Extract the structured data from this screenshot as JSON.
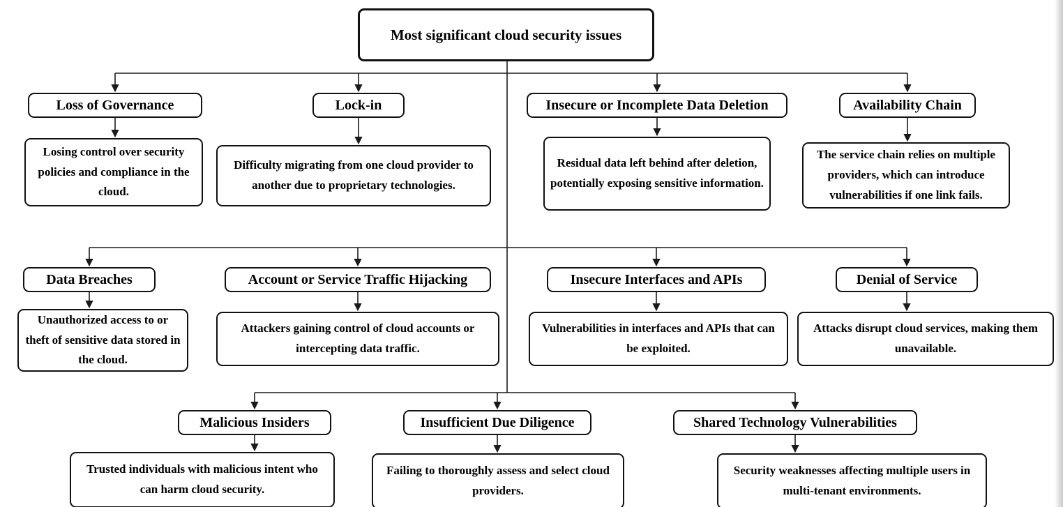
{
  "root": {
    "label": "Most significant cloud security issues"
  },
  "branches": [
    {
      "title": "Loss of Governance",
      "description": "Losing control over security policies and compliance in the cloud."
    },
    {
      "title": "Lock-in",
      "description": "Difficulty migrating from one cloud provider to another due to proprietary technologies."
    },
    {
      "title": "Insecure or Incomplete Data Deletion",
      "description": "Residual data left behind after deletion, potentially exposing sensitive information."
    },
    {
      "title": "Availability Chain",
      "description": "The service chain relies on multiple providers, which can introduce vulnerabilities if one link fails."
    },
    {
      "title": "Data Breaches",
      "description": "Unauthorized access to or theft of sensitive data stored in the cloud."
    },
    {
      "title": "Account or Service Traffic Hijacking",
      "description": "Attackers gaining control of cloud accounts or intercepting data traffic."
    },
    {
      "title": "Insecure Interfaces and APIs",
      "description": "Vulnerabilities in interfaces and APIs that can be exploited."
    },
    {
      "title": "Denial of Service",
      "description": "Attacks disrupt cloud services, making them unavailable."
    },
    {
      "title": "Malicious Insiders",
      "description": "Trusted individuals with malicious intent who can harm cloud security."
    },
    {
      "title": "Insufficient Due Diligence",
      "description": "Failing to thoroughly assess and select cloud providers."
    },
    {
      "title": "Shared Technology Vulnerabilities",
      "description": "Security weaknesses affecting multiple users in multi-tenant environments."
    }
  ],
  "colors": {
    "line": "#1a1a1a",
    "border": "#111111",
    "text": "#000000",
    "background": "#ffffff"
  }
}
